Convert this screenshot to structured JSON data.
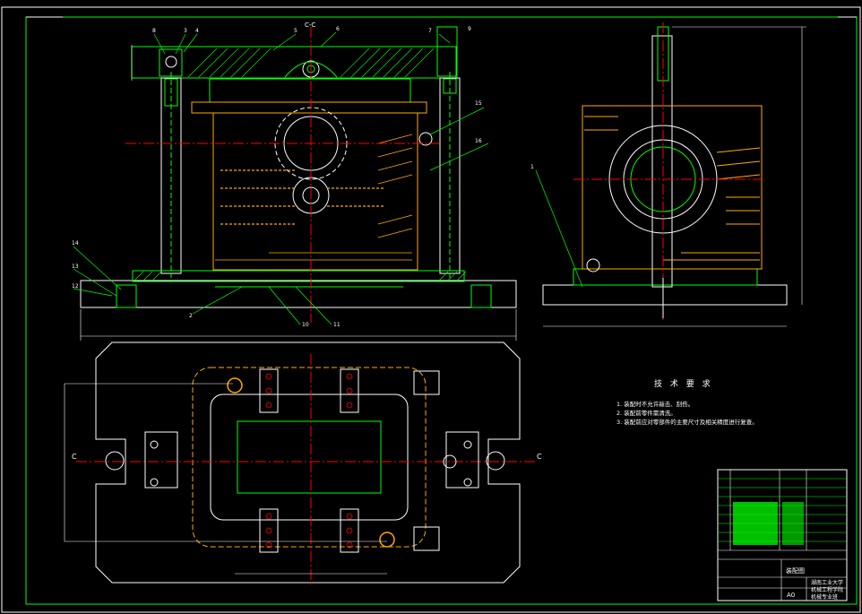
{
  "technical_requirements": {
    "title": "技 术 要 求",
    "items": [
      "1. 装配时不允许敲击、刮伤。",
      "2. 装配前零件需清洗。",
      "3. 装配前应对零部件的主要尺寸及相关精度进行复查。"
    ]
  },
  "title_block": {
    "drawing_name": "装配图",
    "school_line1": "湖南工业大学",
    "school_line2": "机械工程学院",
    "school_line3": "机械专业班",
    "sheet_size": "A0"
  },
  "labels": {
    "section_marker": "C-C",
    "section_left": "C",
    "section_right": "C",
    "balloons": [
      "8",
      "3",
      "4",
      "5",
      "6",
      "7",
      "9",
      "15",
      "16",
      "14",
      "13",
      "12",
      "2",
      "10",
      "11",
      "1"
    ]
  },
  "colors": {
    "background": "#000000",
    "outline": "#ffffff",
    "geometry": "#00ff00",
    "centerline": "#ff0000",
    "section_hatch": "#ffaa00",
    "dimension": "#ffffff"
  }
}
